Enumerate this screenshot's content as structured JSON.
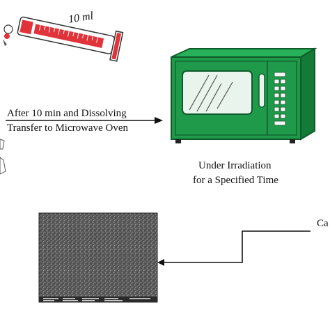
{
  "labels": {
    "measure": "10 ml",
    "step_line1": "After 10 min  and Dissolving",
    "step_line2": "Transfer to Microwave Oven",
    "irradiation_line1": "Under Irradiation",
    "irradiation_line2": "for a Specified Time",
    "cut_label": "Ca"
  },
  "colors": {
    "oven_body": "#1f9a4a",
    "oven_dark": "#0f5a2a",
    "cylinder_red": "#e0333a",
    "arrow": "#111111"
  },
  "icons": [
    "graduated-cylinder-icon",
    "microwave-oven-icon",
    "sem-image",
    "flask-icon"
  ]
}
